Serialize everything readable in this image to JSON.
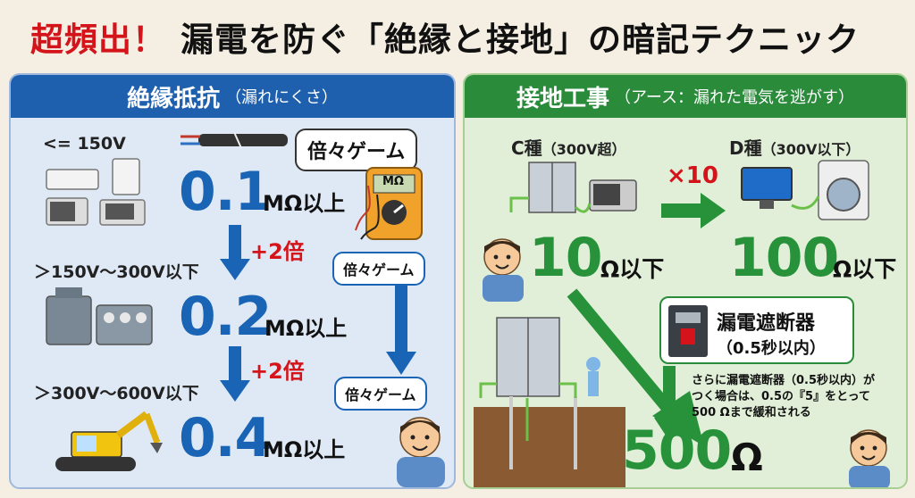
{
  "title": {
    "accent": "超頻出！",
    "main": "漏電を防ぐ「絶縁と接地」の暗記テクニック"
  },
  "colors": {
    "accent_red": "#d4141a",
    "blue": "#1a64b6",
    "green": "#27923a",
    "left_head": "#1e5fae",
    "right_head": "#2a8b3a"
  },
  "left_panel": {
    "heading": "絶縁抵抗",
    "heading_sub": "（漏れにくさ）",
    "bubble_top": "倍々ゲーム",
    "bubble_mid": "倍々ゲーム",
    "bubble_bottom": "倍々ゲーム",
    "meter_label": "MΩ",
    "tiers": [
      {
        "voltage": "<= 150V",
        "value": "0.1",
        "unit": "MΩ以上"
      },
      {
        "voltage": "＞150V〜300V以下",
        "value": "0.2",
        "unit": "MΩ以上"
      },
      {
        "voltage": "＞300V〜600V以下",
        "value": "0.4",
        "unit": "MΩ以上"
      }
    ],
    "step_labels": [
      "+2倍",
      "+2倍"
    ]
  },
  "right_panel": {
    "heading": "接地工事",
    "heading_sub": "（アース：漏れた電気を逃がす）",
    "c_type": {
      "name": "C種",
      "range": "（300V超）",
      "value": "10",
      "unit": "Ω以下"
    },
    "d_type": {
      "name": "D種",
      "range": "（300V以下）",
      "value": "100",
      "unit": "Ω以下"
    },
    "multiplier": "×10",
    "breaker": {
      "title": "漏電遮断器",
      "detail": "（0.5秒以内）"
    },
    "note_lines": [
      "さらに漏電遮断器（0.5秒以内）が",
      "つく場合は、0.5の『5』をとって",
      "500 Ωまで緩和される"
    ],
    "relaxed": {
      "value": "500",
      "unit": "Ω"
    }
  }
}
